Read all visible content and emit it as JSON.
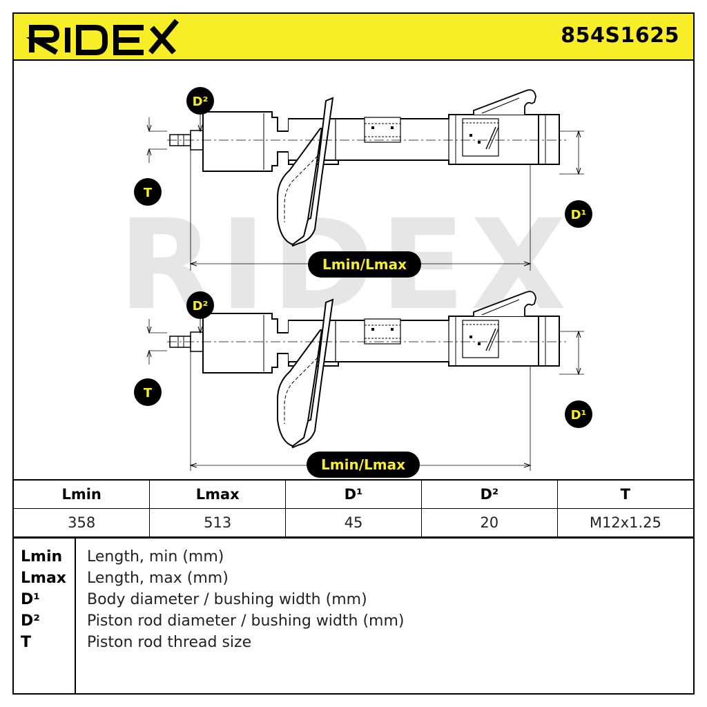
{
  "header": {
    "brand": "RIDEX",
    "part_number": "854S1625",
    "background_color": "#f8ee28"
  },
  "watermark": {
    "text": "RIDEX",
    "color": "#e6e6e6"
  },
  "drawing": {
    "callouts": {
      "rod_diameter": "D²",
      "thread": "T",
      "body_diameter": "D¹",
      "length": "Lmin/Lmax"
    },
    "callout_color": "#f8ee28"
  },
  "table": {
    "headers": [
      "Lmin",
      "Lmax",
      "D¹",
      "D²",
      "T"
    ],
    "values": [
      "358",
      "513",
      "45",
      "20",
      "M12x1.25"
    ]
  },
  "legend": [
    {
      "key": "Lmin",
      "desc": "Length, min (mm)"
    },
    {
      "key": "Lmax",
      "desc": "Length, max (mm)"
    },
    {
      "key": "D¹",
      "desc": "Body diameter / bushing width (mm)"
    },
    {
      "key": "D²",
      "desc": "Piston rod diameter / bushing width (mm)"
    },
    {
      "key": "T",
      "desc": "Piston rod thread size"
    }
  ]
}
